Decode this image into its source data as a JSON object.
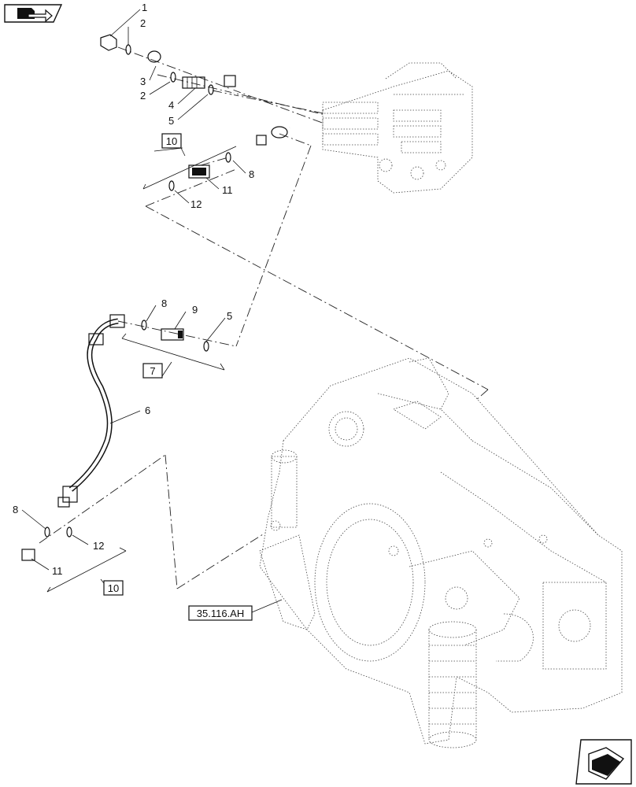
{
  "callouts": {
    "c1": "1",
    "c2a": "2",
    "c3": "3",
    "c2b": "2",
    "c4": "4",
    "c5a": "5",
    "c8a": "8",
    "c11a": "11",
    "c12a": "12",
    "c8b": "8",
    "c9": "9",
    "c5b": "5",
    "c6": "6",
    "c8c": "8",
    "c12b": "12",
    "c11b": "11"
  },
  "boxes": {
    "kit_top": "10",
    "kit_mid": "7",
    "kit_bottom": "10"
  },
  "reference": "35.116.AH",
  "icons": {
    "top_left": "book-arrow-icon",
    "bottom_right": "next-page-arrow-icon"
  }
}
